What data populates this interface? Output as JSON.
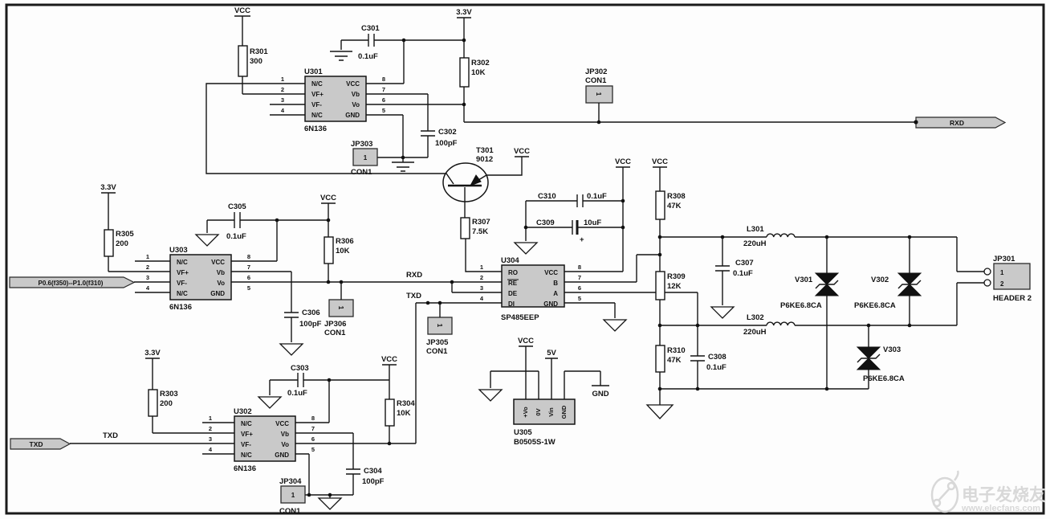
{
  "power": {
    "vcc": "VCC",
    "v33": "3.3V",
    "v5": "5V",
    "gnd": "GND"
  },
  "nets": {
    "rxd": "RXD",
    "txd": "TXD"
  },
  "tags": {
    "rxd_out": "RXD",
    "txd_in": "TXD",
    "mcu_bus": "P0.6(f350)--P1.0(f310)"
  },
  "res": {
    "r301": {
      "ref": "R301",
      "value": "300"
    },
    "r302": {
      "ref": "R302",
      "value": "10K"
    },
    "r303": {
      "ref": "R303",
      "value": "200"
    },
    "r304": {
      "ref": "R304",
      "value": "10K"
    },
    "r305": {
      "ref": "R305",
      "value": "200"
    },
    "r306": {
      "ref": "R306",
      "value": "10K"
    },
    "r307": {
      "ref": "R307",
      "value": "7.5K"
    },
    "r308": {
      "ref": "R308",
      "value": "47K"
    },
    "r309": {
      "ref": "R309",
      "value": "12K"
    },
    "r310": {
      "ref": "R310",
      "value": "47K"
    }
  },
  "cap": {
    "c301": {
      "ref": "C301",
      "value": "0.1uF"
    },
    "c302": {
      "ref": "C302",
      "value": "100pF"
    },
    "c303": {
      "ref": "C303",
      "value": "0.1uF"
    },
    "c304": {
      "ref": "C304",
      "value": "100pF"
    },
    "c305": {
      "ref": "C305",
      "value": "0.1uF"
    },
    "c306": {
      "ref": "C306",
      "value": "100pF"
    },
    "c307": {
      "ref": "C307",
      "value": "0.1uF"
    },
    "c308": {
      "ref": "C308",
      "value": "0.1uF"
    },
    "c309": {
      "ref": "C309",
      "value": "10uF",
      "polarity": "+"
    },
    "c310": {
      "ref": "C310",
      "value": "0.1uF"
    }
  },
  "ind": {
    "l301": {
      "ref": "L301",
      "value": "220uH"
    },
    "l302": {
      "ref": "L302",
      "value": "220uH"
    }
  },
  "tvs": {
    "v301": {
      "ref": "V301",
      "part": "P6KE6.8CA"
    },
    "v302": {
      "ref": "V302",
      "part": "P6KE6.8CA"
    },
    "v303": {
      "ref": "V303",
      "part": "P6KE6.8CA"
    }
  },
  "xtr": {
    "t301": {
      "ref": "T301",
      "part": "9012"
    }
  },
  "ics": {
    "u301": {
      "ref": "U301",
      "part": "6N136",
      "lp": [
        "N/C",
        "VF+",
        "VF-",
        "N/C"
      ],
      "rp": [
        "VCC",
        "Vb",
        "Vo",
        "GND"
      ],
      "lpn": [
        "1",
        "2",
        "3",
        "4"
      ],
      "rpn": [
        "8",
        "7",
        "6",
        "5"
      ]
    },
    "u302": {
      "ref": "U302",
      "part": "6N136",
      "lp": [
        "N/C",
        "VF+",
        "VF-",
        "N/C"
      ],
      "rp": [
        "VCC",
        "Vb",
        "Vo",
        "GND"
      ],
      "lpn": [
        "1",
        "2",
        "3",
        "4"
      ],
      "rpn": [
        "8",
        "7",
        "6",
        "5"
      ]
    },
    "u303": {
      "ref": "U303",
      "part": "6N136",
      "lp": [
        "N/C",
        "VF+",
        "VF-",
        "N/C"
      ],
      "rp": [
        "VCC",
        "Vb",
        "Vo",
        "GND"
      ],
      "lpn": [
        "1",
        "2",
        "3",
        "4"
      ],
      "rpn": [
        "8",
        "7",
        "6",
        "5"
      ]
    },
    "u304": {
      "ref": "U304",
      "part": "SP485EEP",
      "lp": [
        "RO",
        "RE",
        "DE",
        "DI"
      ],
      "rp": [
        "VCC",
        "B",
        "A",
        "GND"
      ],
      "lpn": [
        "1",
        "2",
        "3",
        "4"
      ],
      "rpn": [
        "8",
        "7",
        "6",
        "5"
      ]
    },
    "u305": {
      "ref": "U305",
      "part": "B0505S-1W",
      "pins": [
        "+Vo",
        "0V",
        "Vin",
        "GND"
      ]
    }
  },
  "conn": {
    "jp301": {
      "ref": "JP301",
      "type": "HEADER 2",
      "p1": "1",
      "p2": "2"
    },
    "jp302": {
      "ref": "JP302",
      "type": "CON1",
      "pin": "1"
    },
    "jp303": {
      "ref": "JP303",
      "type": "CON1",
      "pin": "1"
    },
    "jp304": {
      "ref": "JP304",
      "type": "CON1",
      "pin": "1"
    },
    "jp305": {
      "ref": "JP305",
      "type": "CON1",
      "pin": "1"
    },
    "jp306": {
      "ref": "JP306",
      "type": "CON1",
      "pin": "1"
    }
  },
  "watermark": {
    "brand": "电子发烧友",
    "url": "www.elecfans.com"
  }
}
